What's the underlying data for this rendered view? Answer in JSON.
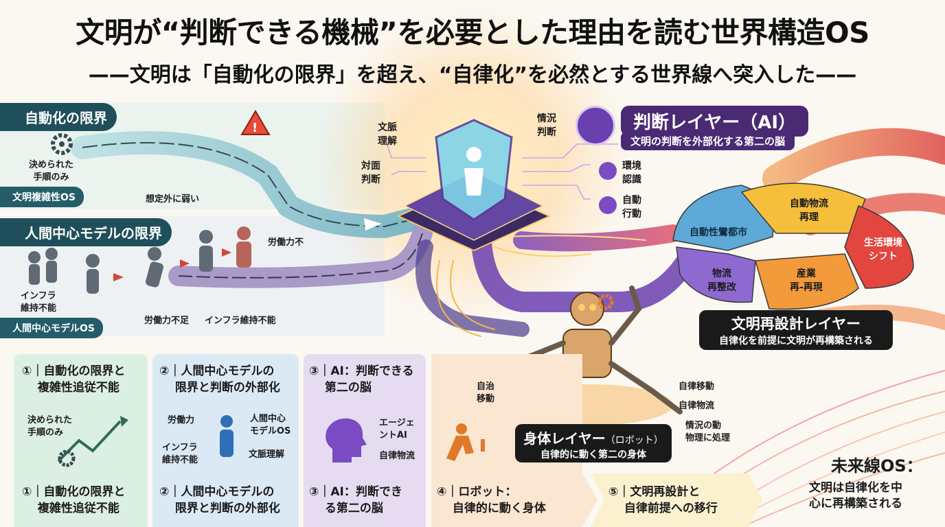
{
  "title": "文明が“判断できる機械”を必要とした理由を読む世界構造OS",
  "subtitle": "——文明は「自動化の限界」を超え、“自律化”を必然とする世界線へ突入した——",
  "left": {
    "automation_header": "自動化の限界",
    "fixed_procedure": "決められた\n手順のみ",
    "complexity_os": "文明複雑性OS",
    "weak_unexpected": "想定外に弱い",
    "human_header": "人間中心モデルの限界",
    "labor_shortage_top": "労働力不",
    "infra_label": "インフラ\n維持不能",
    "human_os": "人間中心モデルOS",
    "labor_shortage": "労働力不足",
    "infra_impossible": "インフラ維持不能"
  },
  "center": {
    "context_understanding": "文脈\n理解",
    "face_judgment": "対面\n判断",
    "situation_judgment": "情況\n判断",
    "env_recognition": "環境\n認識",
    "auto_action": "自動\n行動"
  },
  "ai_layer": {
    "title": "判断レイヤー（AI）",
    "desc": "文明の判断を外部化する第二の脳"
  },
  "puzzle": {
    "p1": "自動性鸞都市",
    "p2": "自動物流\n再理",
    "p3": "生活環境\nシフト",
    "p4": "物流\n再整改",
    "p5": "産業\n再-再現"
  },
  "redesign_layer": {
    "title": "文明再設計レイヤー",
    "desc": "自律化を前提に文明が再構築される"
  },
  "robot": {
    "autonomous_move_left": "自治\n移動",
    "auto_move": "自律移動",
    "auto_logistics": "自律物流",
    "physical_process": "情況の動\n物理に処理",
    "body_title_main": "身体レイヤー",
    "body_title_sub": "（ロボット）",
    "body_desc": "自律的に動く第二の身体"
  },
  "panels": [
    {
      "head": "①｜自動化の限界と\n　 複雑性追従不能",
      "foot": "①｜自動化の限界と\n　 複雑性追従不能",
      "inner": "決められた\n手順のみ",
      "color": "#dcefe3"
    },
    {
      "head": "②｜人間中心モデルの\n　 限界と判断の外部化",
      "foot": "②｜人間中心モデルの\n　 限界と判断の外部化",
      "labor": "労働力",
      "human_os": "人間中心\nモデルOS",
      "infra": "インフラ\n維持不能",
      "context": "文脈理解",
      "color": "#dbe9f5"
    },
    {
      "head": "③｜AI：判断できる\n　 第二の脳",
      "foot": "③｜AI：判断でき\n　 る第二の脳",
      "agent": "エージェ\nントAI",
      "logistics": "自律物流",
      "color": "#e6dcf2"
    },
    {
      "head": "",
      "foot": "④｜ロボット：\n　 自律的に動く身体",
      "color": "#fbe6d2"
    },
    {
      "head": "",
      "foot": "⑤｜文明再設計と\n　 自律前提への移行",
      "color": "#fbf1cf"
    }
  ],
  "future": {
    "title": "未来線OS：",
    "desc": "文明は自律化を中\n心に再構築される"
  }
}
